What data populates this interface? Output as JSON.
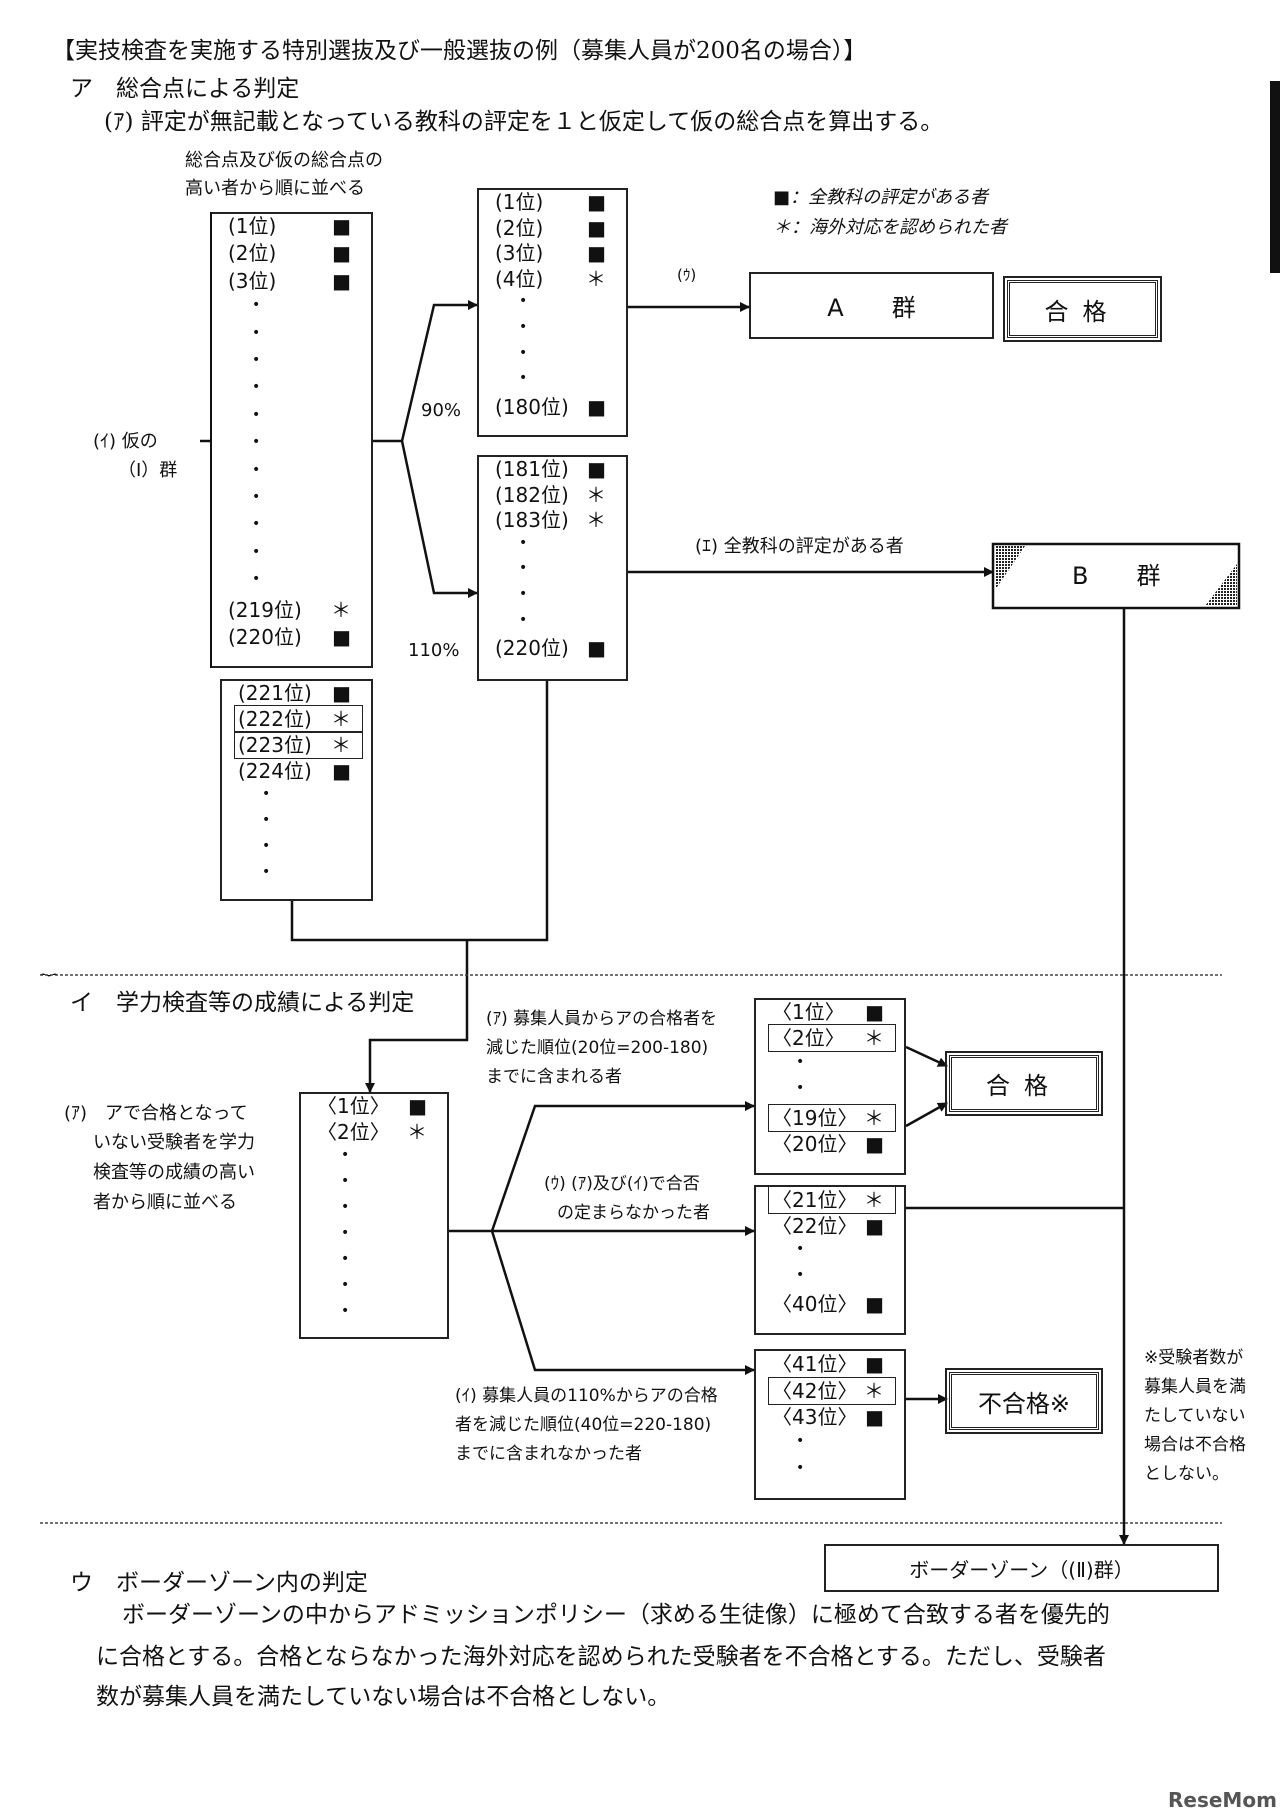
{
  "title": "【実技検査を実施する特別選抜及び一般選抜の例（募集人員が200名の場合）】",
  "section_a": {
    "heading": "ア　総合点による判定",
    "step_a": "(ｱ) 評定が無記載となっている教科の評定を１と仮定して仮の総合点を算出する。",
    "sort_note": [
      "総合点及び仮の総合点の",
      "高い者から順に並べる"
    ],
    "group_label": [
      "(ｲ) 仮の",
      "（Ⅰ）群"
    ],
    "pct_90": "90%",
    "pct_110": "110%",
    "legend": [
      "■：全教科の評定がある者",
      "＊：海外対応を認められた者"
    ],
    "label_u": "(ｳ)",
    "label_e": "(ｴ) 全教科の評定がある者",
    "group_a": "A　　群",
    "group_b": "B　　群",
    "pass": "合格",
    "list_main": [
      {
        "rank": "(1位)",
        "mark": "■"
      },
      {
        "rank": "(2位)",
        "mark": "■"
      },
      {
        "rank": "(3位)",
        "mark": "■"
      },
      {
        "rank": "•"
      },
      {
        "rank": "•"
      },
      {
        "rank": "•"
      },
      {
        "rank": "•"
      },
      {
        "rank": "•"
      },
      {
        "rank": "•"
      },
      {
        "rank": "•"
      },
      {
        "rank": "•"
      },
      {
        "rank": "•"
      },
      {
        "rank": "•"
      },
      {
        "rank": "•"
      },
      {
        "rank": "(219位)",
        "mark": "＊"
      },
      {
        "rank": "(220位)",
        "mark": "■"
      }
    ],
    "list_rest": [
      {
        "rank": "(221位)",
        "mark": "■"
      },
      {
        "rank": "(222位)",
        "mark": "＊",
        "highlight": true
      },
      {
        "rank": "(223位)",
        "mark": "＊",
        "highlight": true
      },
      {
        "rank": "(224位)",
        "mark": "■"
      },
      {
        "rank": "•"
      },
      {
        "rank": "•"
      },
      {
        "rank": "•"
      },
      {
        "rank": "•"
      }
    ],
    "list_top": [
      {
        "rank": "(1位)",
        "mark": "■"
      },
      {
        "rank": "(2位)",
        "mark": "■"
      },
      {
        "rank": "(3位)",
        "mark": "■"
      },
      {
        "rank": "(4位)",
        "mark": "＊"
      },
      {
        "rank": "•"
      },
      {
        "rank": "•"
      },
      {
        "rank": "•"
      },
      {
        "rank": "•"
      },
      {
        "rank": "(180位)",
        "mark": "■"
      }
    ],
    "list_border": [
      {
        "rank": "(181位)",
        "mark": "■"
      },
      {
        "rank": "(182位)",
        "mark": "＊"
      },
      {
        "rank": "(183位)",
        "mark": "＊"
      },
      {
        "rank": "•"
      },
      {
        "rank": "•"
      },
      {
        "rank": "•"
      },
      {
        "rank": "•"
      },
      {
        "rank": "(220位)",
        "mark": "■"
      }
    ]
  },
  "section_i": {
    "heading": "イ　学力検査等の成績による判定",
    "step_a": [
      "(ｱ)　アで合格となって",
      "いない受験者を学力",
      "検査等の成績の高い",
      "者から順に並べる"
    ],
    "branch_a": [
      "(ｱ) 募集人員からアの合格者を",
      "減じた順位(20位=200-180)",
      "までに含まれる者"
    ],
    "branch_u": [
      "(ｳ) (ｱ)及び(ｲ)で合否",
      "の定まらなかった者"
    ],
    "branch_i": [
      "(ｲ) 募集人員の110%からアの合格",
      "者を減じた順位(40位=220-180)",
      "までに含まれなかった者"
    ],
    "pass": "合格",
    "fail": "不合格※",
    "footnote": [
      "※受験者数が",
      "募集人員を満",
      "たしていない",
      "場合は不合格",
      "としない。"
    ],
    "list_sorted": [
      {
        "rank": "〈1位〉",
        "mark": "■"
      },
      {
        "rank": "〈2位〉",
        "mark": "＊"
      },
      {
        "rank": "•"
      },
      {
        "rank": "•"
      },
      {
        "rank": "•"
      },
      {
        "rank": "•"
      },
      {
        "rank": "•"
      },
      {
        "rank": "•"
      },
      {
        "rank": "•"
      }
    ],
    "list_pass": [
      {
        "rank": "〈1位〉",
        "mark": "■"
      },
      {
        "rank": "〈2位〉",
        "mark": "＊",
        "highlight": true
      },
      {
        "rank": "•"
      },
      {
        "rank": "•"
      },
      {
        "rank": "〈19位〉",
        "mark": "＊",
        "highlight": true
      },
      {
        "rank": "〈20位〉",
        "mark": "■"
      }
    ],
    "list_undecided": [
      {
        "rank": "〈21位〉",
        "mark": "＊",
        "highlight": true
      },
      {
        "rank": "〈22位〉",
        "mark": "■"
      },
      {
        "rank": "•"
      },
      {
        "rank": "•"
      },
      {
        "rank": "〈40位〉",
        "mark": "■"
      }
    ],
    "list_fail": [
      {
        "rank": "〈41位〉",
        "mark": "■"
      },
      {
        "rank": "〈42位〉",
        "mark": "＊",
        "highlight": true
      },
      {
        "rank": "〈43位〉",
        "mark": "■"
      },
      {
        "rank": "•"
      },
      {
        "rank": "•"
      }
    ]
  },
  "section_u": {
    "border_zone": "ボーダーゾーン（(Ⅱ)群）",
    "heading": "ウ　ボーダーゾーン内の判定",
    "body": [
      "ボーダーゾーンの中からアドミッションポリシー（求める生徒像）に極めて合致する者を優先的",
      "に合格とする。合格とならなかった海外対応を認められた受験者を不合格とする。ただし、受験者",
      "数が募集人員を満たしていない場合は不合格としない。"
    ]
  },
  "logo": "ReseMom"
}
